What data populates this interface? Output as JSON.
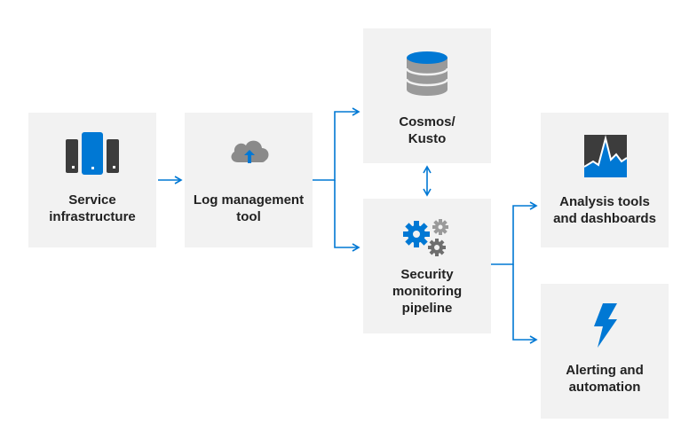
{
  "colors": {
    "accent": "#0078d4",
    "box_fill": "#f2f2f2",
    "icon_dark": "#3c3c3c",
    "icon_gray": "#7a7a7a",
    "text": "#222222"
  },
  "nodes": {
    "service": {
      "label": "Service infrastructure",
      "line1": "Service",
      "line2": "infrastructure",
      "icon": "servers-icon"
    },
    "log": {
      "label": "Log management tool",
      "line1": "Log management",
      "line2": "tool",
      "icon": "cloud-upload-icon"
    },
    "cosmos": {
      "label": "Cosmos/ Kusto",
      "line1": "Cosmos/",
      "line2": "Kusto",
      "icon": "database-icon"
    },
    "pipeline": {
      "label": "Security monitoring pipeline",
      "line1": "Security",
      "line2": "monitoring",
      "line3": "pipeline",
      "icon": "gears-icon"
    },
    "analysis": {
      "label": "Analysis tools and dashboards",
      "line1": "Analysis tools",
      "line2": "and dashboards",
      "icon": "chart-icon"
    },
    "alerting": {
      "label": "Alerting and automation",
      "line1": "Alerting and",
      "line2": "automation",
      "icon": "lightning-icon"
    }
  },
  "edges": [
    {
      "from": "Service infrastructure",
      "to": "Log management tool"
    },
    {
      "from": "Log management tool",
      "to": "Cosmos/ Kusto"
    },
    {
      "from": "Log management tool",
      "to": "Security monitoring pipeline"
    },
    {
      "from": "Cosmos/ Kusto",
      "to": "Security monitoring pipeline",
      "bidirectional": true
    },
    {
      "from": "Security monitoring pipeline",
      "to": "Analysis tools and dashboards"
    },
    {
      "from": "Security monitoring pipeline",
      "to": "Alerting and automation"
    }
  ]
}
